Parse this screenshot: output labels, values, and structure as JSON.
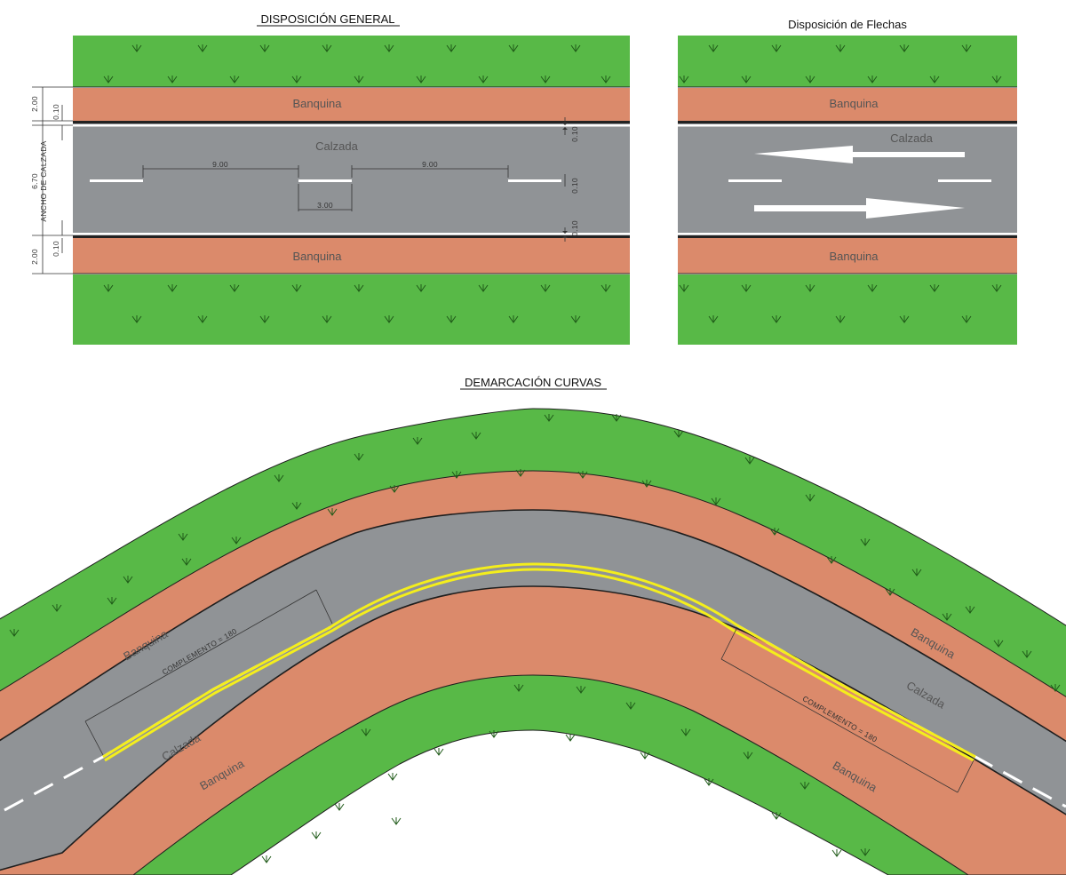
{
  "titles": {
    "general": "DISPOSICIÓN GENERAL",
    "arrows": "Disposición de Flechas",
    "curves": "DEMARCACIÓN CURVAS"
  },
  "labels": {
    "shoulder": "Banquina",
    "roadway": "Calzada"
  },
  "dimensions": {
    "shoulder_width": "2.00",
    "edge_line": "0.10",
    "roadway_width": "6.70",
    "roadway_caption": "ANCHO DE CALZADA",
    "gap_length": "9.00",
    "dash_length": "3.00",
    "complement": "COMPLEMENTO = 180"
  },
  "colors": {
    "grass": "#58b947",
    "shoulder": "#db8a6b",
    "roadway": "#909396",
    "marking_white": "#ffffff",
    "marking_yellow": "#f4ee1c"
  }
}
